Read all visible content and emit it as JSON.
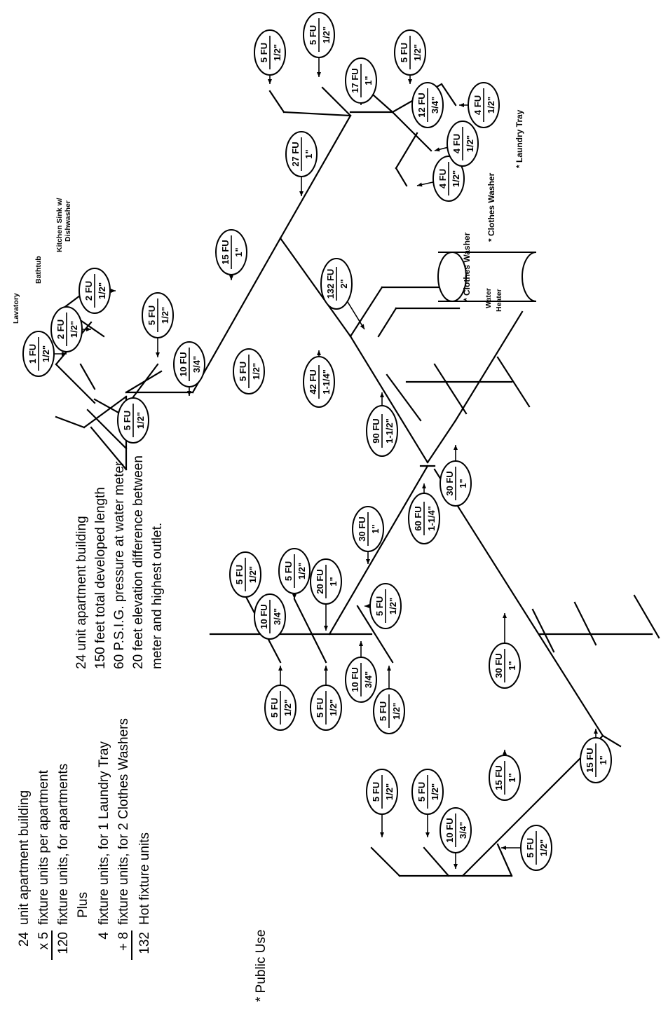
{
  "calculation": {
    "lines": [
      {
        "num": "24",
        "text": "unit apartment building"
      },
      {
        "num": "x 5",
        "text": "fixture units per apartment"
      },
      {
        "num": "120",
        "text": "fixture units, for apartments"
      },
      {
        "num": "",
        "text": "Plus"
      },
      {
        "num": "4",
        "text": "fixture units, for 1 Laundry Tray"
      },
      {
        "num": "+ 8",
        "text": "fixture units, for 2 Clothes Washers"
      },
      {
        "num": "132",
        "text": "Hot fixture units"
      }
    ]
  },
  "conditions": {
    "lines": [
      "24 unit apartment building",
      "150 feet total developed length",
      "60 P.S.I.G. pressure at water meter",
      "20 feet elevation difference between",
      "meter and highest outlet."
    ]
  },
  "footnote": "* Public Use",
  "fixture_labels": {
    "lavatory": "Lavatory",
    "bathtub": "Bathtub",
    "kitchen_sink": "Kitchen Sink w/",
    "kitchen_sink_2": "Dishwasher",
    "clothes_washer_1": "* Clothes Washer",
    "clothes_washer_2": "* Clothes Washer",
    "laundry_tray": "* Laundry Tray"
  },
  "water_heater": {
    "line1": "Water",
    "line2": "Heater"
  },
  "fu_unit": "FU",
  "bubbles": [
    {
      "id": "lav",
      "fu": "1",
      "size": "1/2\""
    },
    {
      "id": "tub",
      "fu": "2",
      "size": "1/2\""
    },
    {
      "id": "ks",
      "fu": "2",
      "size": "1/2\""
    },
    {
      "id": "b1-apt-a",
      "fu": "5",
      "size": "1/2\""
    },
    {
      "id": "b1-10a",
      "fu": "10",
      "size": "3/4\""
    },
    {
      "id": "b1-apt-b",
      "fu": "5",
      "size": "1/2\""
    },
    {
      "id": "b1-apt-c",
      "fu": "5",
      "size": "1/2\""
    },
    {
      "id": "b1-15",
      "fu": "15",
      "size": "1\""
    },
    {
      "id": "b1-27",
      "fu": "27",
      "size": "1\""
    },
    {
      "id": "b1-top-5a",
      "fu": "5",
      "size": "1/2\""
    },
    {
      "id": "b1-top-5b",
      "fu": "5",
      "size": "1/2\""
    },
    {
      "id": "b1-17",
      "fu": "17",
      "size": "1\""
    },
    {
      "id": "l-5",
      "fu": "5",
      "size": "1/2\""
    },
    {
      "id": "l-12",
      "fu": "12",
      "size": "3/4\""
    },
    {
      "id": "cw1",
      "fu": "4",
      "size": "1/2\""
    },
    {
      "id": "cw2",
      "fu": "4",
      "size": "1/2\""
    },
    {
      "id": "lt",
      "fu": "4",
      "size": "1/2\""
    },
    {
      "id": "main-132",
      "fu": "132",
      "size": "2\""
    },
    {
      "id": "main-42",
      "fu": "42",
      "size": "1-1/4\""
    },
    {
      "id": "main-90",
      "fu": "90",
      "size": "1-1/2\""
    },
    {
      "id": "r-30a",
      "fu": "30",
      "size": "1\""
    },
    {
      "id": "main-60",
      "fu": "60",
      "size": "1-1/4\""
    },
    {
      "id": "m-30b",
      "fu": "30",
      "size": "1\""
    },
    {
      "id": "m-5a",
      "fu": "5",
      "size": "1/2\""
    },
    {
      "id": "m-10a",
      "fu": "10",
      "size": "3/4\""
    },
    {
      "id": "m-5b",
      "fu": "5",
      "size": "1/2\""
    },
    {
      "id": "m-20",
      "fu": "20",
      "size": "1\""
    },
    {
      "id": "m-5c",
      "fu": "5",
      "size": "1/2\""
    },
    {
      "id": "m-5d",
      "fu": "5",
      "size": "1/2\""
    },
    {
      "id": "m-5e",
      "fu": "5",
      "size": "1/2\""
    },
    {
      "id": "m-10b",
      "fu": "10",
      "size": "3/4\""
    },
    {
      "id": "m-5f",
      "fu": "5",
      "size": "1/2\""
    },
    {
      "id": "m-30c",
      "fu": "30",
      "size": "1\""
    },
    {
      "id": "b-15a",
      "fu": "15",
      "size": "1\""
    },
    {
      "id": "b-15b",
      "fu": "15",
      "size": "1\""
    },
    {
      "id": "b-5a",
      "fu": "5",
      "size": "1/2\""
    },
    {
      "id": "b-5b",
      "fu": "5",
      "size": "1/2\""
    },
    {
      "id": "b-10",
      "fu": "10",
      "size": "3/4\""
    },
    {
      "id": "b-5c",
      "fu": "5",
      "size": "1/2\""
    }
  ]
}
